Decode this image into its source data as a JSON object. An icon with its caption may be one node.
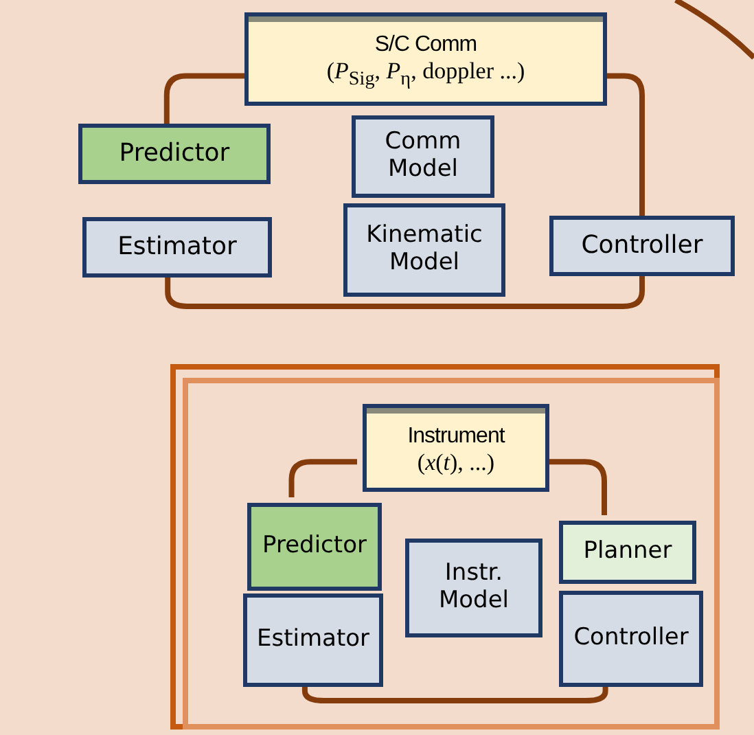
{
  "diagram": {
    "nodes": [
      {
        "text": [
          "S/C Comm",
          "(*P*$_{Sig}$, *P*$_{η}$, doppler ...)"
        ]
      },
      {
        "text": [
          "Predictor"
        ]
      },
      {
        "text": [
          "Comm Model"
        ]
      },
      {
        "text": [
          "Estimator"
        ]
      },
      {
        "text": [
          "Kinematic Model"
        ]
      },
      {
        "text": [
          "Controller"
        ]
      },
      {
        "text": [],
        "shape": "box"
      },
      {
        "text": [
          "Instrument",
          "(*x*(*t*), ...)"
        ],
        "in": 6
      },
      {
        "text": [
          "Predictor"
        ],
        "in": 6
      },
      {
        "text": [
          "Instr. Model"
        ],
        "in": 6
      },
      {
        "text": [
          "Planner"
        ],
        "in": 6
      },
      {
        "text": [
          "Estimator"
        ],
        "in": 6
      },
      {
        "text": [
          "Controller"
        ],
        "in": 6
      }
    ],
    "edges": [
      {
        "from": 0,
        "to": 1,
        "arrow": "none"
      },
      {
        "from": 3,
        "to": 5,
        "arrow": "none"
      },
      {
        "from": 5,
        "to": 0,
        "arrow": "none"
      },
      {
        "from": 7,
        "to": 8,
        "arrow": "none"
      },
      {
        "from": 11,
        "to": 12,
        "arrow": "none"
      },
      {
        "from": 10,
        "to": 7,
        "arrow": "none"
      }
    ]
  }
}
